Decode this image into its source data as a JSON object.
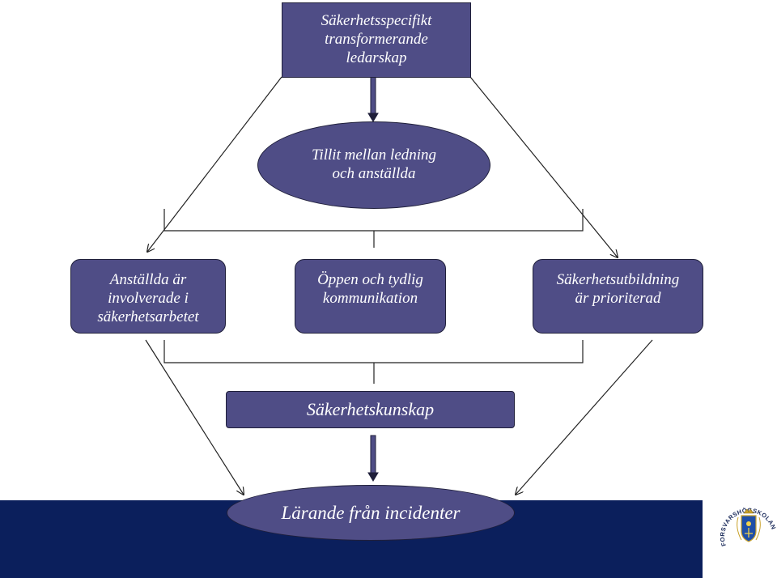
{
  "colors": {
    "node_fill": "#4f4d86",
    "band": "#0b1f5c",
    "text": "#ffffff"
  },
  "nodes": {
    "top": {
      "lines": [
        "Säkerhetsspecifikt",
        "transformerande",
        "ledarskap"
      ]
    },
    "trust": {
      "lines": [
        "Tillit mellan ledning",
        "och anställda"
      ]
    },
    "involved": {
      "lines": [
        "Anställda är",
        "involverade i",
        "säkerhetsarbetet"
      ]
    },
    "communication": {
      "lines": [
        "Öppen och tydlig",
        "kommunikation"
      ]
    },
    "training": {
      "lines": [
        "Säkerhetsutbildning",
        "är prioriterad"
      ]
    },
    "knowledge": {
      "lines": [
        "Säkerhetskunskap"
      ]
    },
    "learning": {
      "lines": [
        "Lärande från incidenter"
      ]
    }
  },
  "logo": {
    "text": "FÖRSVARSHÖGSKOLAN",
    "icon": "coat-of-arms-icon"
  }
}
